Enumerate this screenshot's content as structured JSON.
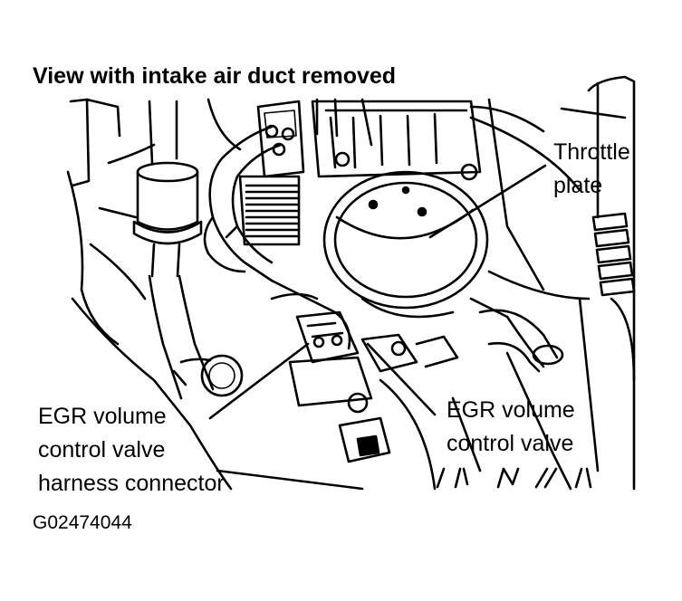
{
  "title": "View with intake air duct removed",
  "callouts": {
    "throttle_plate": [
      "Throttle",
      "plate"
    ],
    "egr_harness_connector": [
      "EGR volume",
      "control valve",
      "harness connector"
    ],
    "egr_valve": [
      "EGR volume",
      "control valve"
    ]
  },
  "figure_code": "G02474044"
}
